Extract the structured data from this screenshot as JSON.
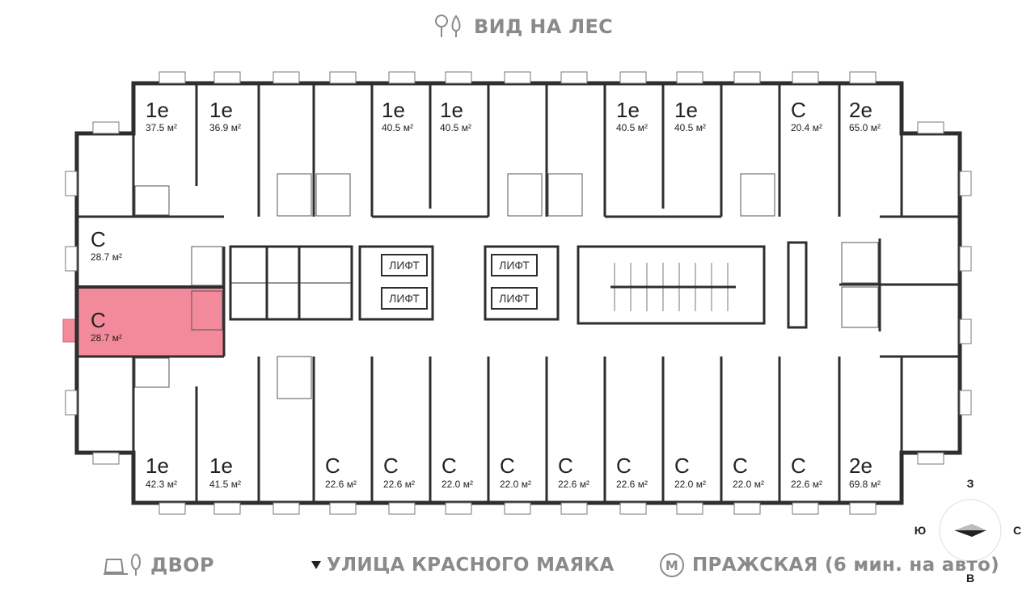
{
  "header": {
    "title": "ВИД НА ЛЕС",
    "icon": "trees-icon"
  },
  "footer": {
    "left_label": "ДВОР",
    "left_icon": "yard-icon",
    "center_label": "УЛИЦА КРАСНОГО МАЯКА",
    "center_icon": "triangle-down-icon",
    "right_label": "ПРАЖСКАЯ (6 мин. на авто)",
    "right_icon": "metro-icon",
    "metro_letter": "М"
  },
  "compass": {
    "north": "З",
    "south": "В",
    "west": "Ю",
    "east": "С"
  },
  "lifts": [
    "ЛИФТ",
    "ЛИФТ",
    "ЛИФТ",
    "ЛИФТ"
  ],
  "colors": {
    "highlight": "#f38a9c",
    "wall": "#2e2e2e",
    "text_grey": "#8a8a8a"
  },
  "top_units": [
    {
      "type": "1е",
      "area": "37.5 м²"
    },
    {
      "type": "1е",
      "area": "36.9 м²"
    },
    {
      "type": "1е",
      "area": "40.5 м²"
    },
    {
      "type": "1е",
      "area": "40.5 м²"
    },
    {
      "type": "1е",
      "area": "40.5 м²"
    },
    {
      "type": "1е",
      "area": "40.5 м²"
    },
    {
      "type": "С",
      "area": "20.4 м²"
    },
    {
      "type": "2е",
      "area": "65.0 м²"
    }
  ],
  "left_units": [
    {
      "type": "С",
      "area": "28.7 м²",
      "highlighted": false
    },
    {
      "type": "С",
      "area": "28.7 м²",
      "highlighted": true
    }
  ],
  "bottom_units": [
    {
      "type": "1е",
      "area": "42.3 м²"
    },
    {
      "type": "1е",
      "area": "41.5 м²"
    },
    {
      "type": "С",
      "area": "22.6 м²"
    },
    {
      "type": "С",
      "area": "22.6 м²"
    },
    {
      "type": "С",
      "area": "22.0 м²"
    },
    {
      "type": "С",
      "area": "22.0 м²"
    },
    {
      "type": "С",
      "area": "22.6 м²"
    },
    {
      "type": "С",
      "area": "22.6 м²"
    },
    {
      "type": "С",
      "area": "22.0 м²"
    },
    {
      "type": "С",
      "area": "22.0 м²"
    },
    {
      "type": "С",
      "area": "22.6 м²"
    },
    {
      "type": "2е",
      "area": "69.8 м²"
    }
  ]
}
